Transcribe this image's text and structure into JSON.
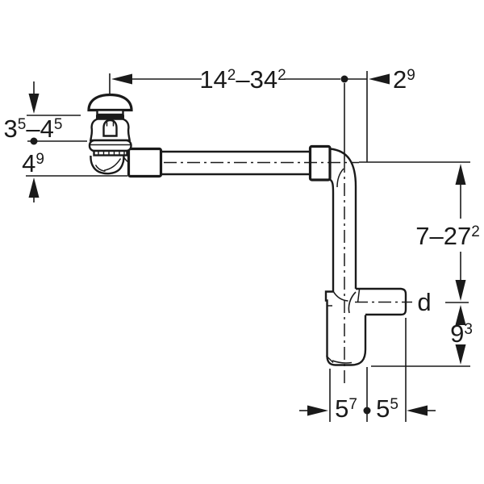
{
  "colors": {
    "line": "#1a1a1a",
    "background": "#ffffff"
  },
  "dims": {
    "top_range": {
      "parts": [
        "14",
        "2",
        "–",
        "34",
        "2"
      ]
    },
    "top_offset": {
      "parts": [
        "2",
        "9"
      ]
    },
    "valve_above": {
      "parts": [
        "3",
        "5",
        "–",
        "4",
        "5"
      ]
    },
    "valve_below": {
      "parts": [
        "4",
        "9"
      ]
    },
    "drop_range": {
      "parts": [
        "7",
        "–",
        "27",
        "2"
      ]
    },
    "outlet_dia": {
      "parts": [
        "d"
      ]
    },
    "below_outlet": {
      "parts": [
        "9",
        "3"
      ]
    },
    "trap_width": {
      "parts": [
        "5",
        "7"
      ]
    },
    "outlet_len": {
      "parts": [
        "5",
        "5"
      ]
    }
  }
}
